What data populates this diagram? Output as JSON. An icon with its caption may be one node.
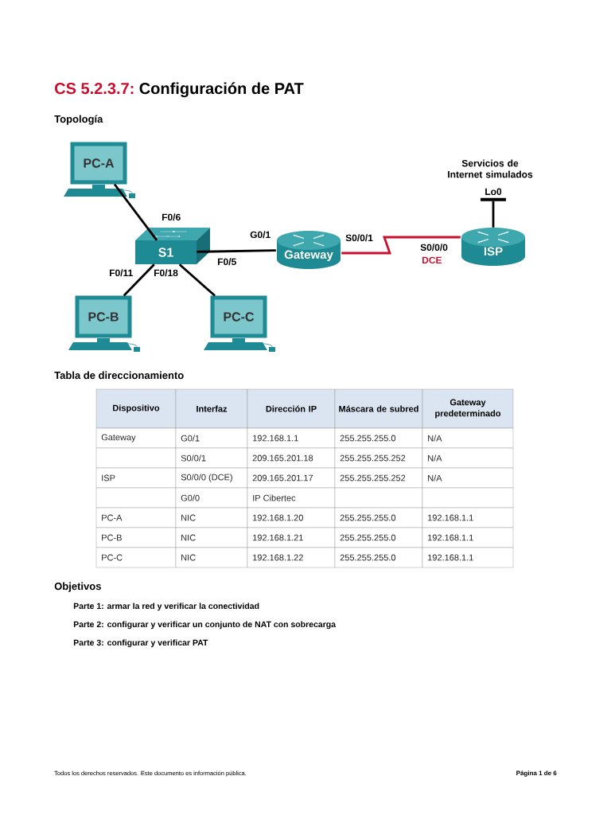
{
  "diagram": {
    "title": "Configuración de PAT",
    "nodes": [
      {
        "text": [
          "PC-A"
        ]
      },
      {
        "text": [
          "PC-B"
        ]
      },
      {
        "text": [
          "PC-C"
        ]
      },
      {
        "text": [
          "S1"
        ]
      },
      {
        "text": [
          "Gateway"
        ]
      },
      {
        "text": [
          "ISP"
        ]
      }
    ],
    "edges": [
      {
        "from": 0,
        "to": 3,
        "arrow": "none"
      },
      {
        "from": 1,
        "to": 3,
        "arrow": "none"
      },
      {
        "from": 2,
        "to": 3,
        "arrow": "none"
      },
      {
        "from": 3,
        "to": 4,
        "arrow": "none"
      },
      {
        "from": 4,
        "to": 5,
        "arrow": "none",
        "color": "#c8102e"
      },
      {
        "from": 5,
        "to": null,
        "arrow": "none",
        "label": "Lo0"
      }
    ],
    "labels": [
      "CS 5.2.3.7:",
      "Topología",
      "Servicios de Internet simulados",
      "F0/6",
      "G0/1",
      "S0/0/1",
      "S0/0/0",
      "F0/5",
      "DCE",
      "F0/11",
      "F0/18",
      "Tabla de direccionamiento",
      "Dispositivo",
      "Interfaz",
      "Dirección IP",
      "Máscara de subred",
      "Gateway predeterminado",
      "Gateway",
      "G0/1",
      "192.168.1.1",
      "255.255.255.0",
      "N/A",
      "S0/0/1",
      "209.165.201.18",
      "255.255.255.252",
      "N/A",
      "ISP",
      "S0/0/0 (DCE)",
      "209.165.201.17",
      "255.255.255.252",
      "N/A",
      "G0/0",
      "IP Cibertec",
      "PC-A",
      "NIC",
      "192.168.1.20",
      "255.255.255.0",
      "192.168.1.1",
      "PC-B",
      "NIC",
      "192.168.1.21",
      "255.255.255.0",
      "192.168.1.1",
      "PC-C",
      "NIC",
      "192.168.1.22",
      "255.255.255.0",
      "192.168.1.1",
      "Objetivos",
      "Parte 1: armar la red y verificar la conectividad",
      "Parte 2: configurar y verificar un conjunto de NAT con sobrecarga",
      "Parte 3: configurar y verificar PAT",
      "Todos los derechos reservados. Este documento es información pública.",
      "Página 1 de 6"
    ]
  }
}
